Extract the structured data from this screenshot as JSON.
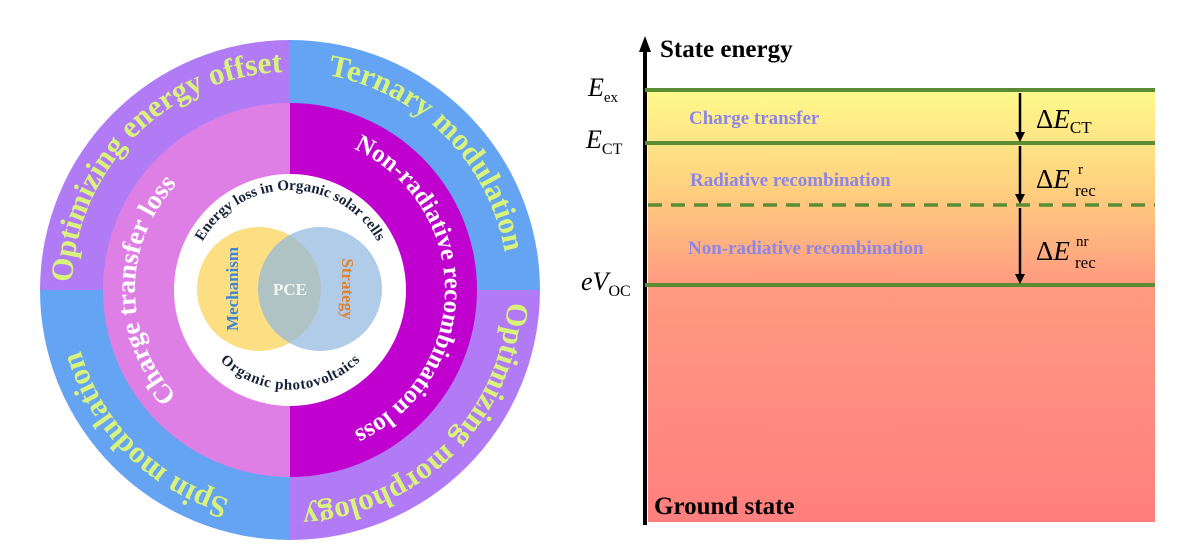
{
  "wheel": {
    "outer": {
      "top_left": "Optimizing energy offset",
      "top_right": "Ternary modulation",
      "bottom_right": "Optimizing morphology",
      "bottom_left": "Spin modulation"
    },
    "inner": {
      "left": "Charge transfer  loss",
      "right": "Non-radiative recombination loss"
    },
    "core": {
      "top": "Energy loss in Organic solar cells",
      "bottom": "Organic photovoltaics",
      "left_circle": "Mechanism",
      "right_circle": "Strategy",
      "center": "PCE"
    },
    "colors": {
      "outer_purple": "#b27bf6",
      "outer_blue": "#64a4f2",
      "inner_pink": "#de7fe6",
      "inner_magenta": "#bf00cf",
      "text_green": "#d9f27a"
    }
  },
  "energy_diagram": {
    "axis_title": "State energy",
    "ground_label": "Ground state",
    "levels": {
      "ex": {
        "main": "E",
        "sub": "ex"
      },
      "ct": {
        "main": "E",
        "sub": "CT"
      },
      "voc": {
        "pre": "e",
        "main": "V",
        "sub": "OC"
      }
    },
    "bands": {
      "ct": "Charge transfer",
      "rad": "Radiative recombination",
      "nonrad": "Non-radiative recombination"
    },
    "deltas": {
      "ct": {
        "delta": "Δ",
        "main": "E",
        "sub": "CT"
      },
      "rad": {
        "delta": "Δ",
        "main": "E",
        "sup": "r",
        "sub": "rec"
      },
      "nonrad": {
        "delta": "Δ",
        "main": "E",
        "sup": "nr",
        "sub": "rec"
      }
    },
    "colors": {
      "line": "#5b8c33",
      "top": "#fffa8c",
      "bottom": "#ff7f7f"
    }
  }
}
